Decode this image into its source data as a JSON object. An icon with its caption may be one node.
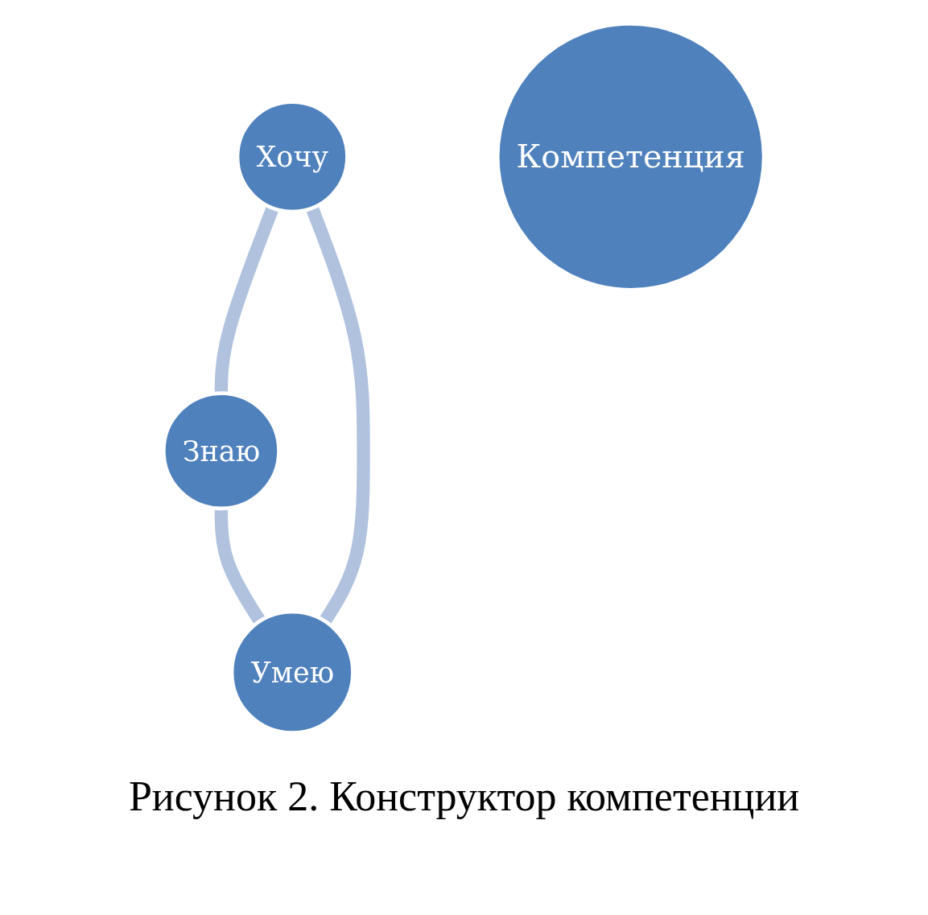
{
  "diagram": {
    "caption": "Рисунок 2. Конструктор компетенции",
    "nodes": [
      {
        "text": [
          "Хочу"
        ]
      },
      {
        "text": [
          "Компетенция"
        ]
      },
      {
        "text": [
          "Умею"
        ]
      },
      {
        "text": [
          "Знаю"
        ]
      }
    ],
    "edges": [
      {
        "from": 0,
        "to": 3,
        "arrow": "none"
      },
      {
        "from": 3,
        "to": 2,
        "arrow": "none"
      },
      {
        "from": 2,
        "to": 0,
        "arrow": "none"
      }
    ]
  }
}
